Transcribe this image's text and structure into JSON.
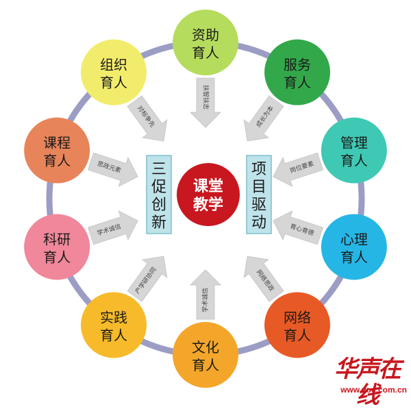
{
  "center": {
    "label_lines": [
      "课堂",
      "教学"
    ],
    "color": "#c8171f"
  },
  "left_box": {
    "chars": [
      "三",
      "促",
      "创",
      "新"
    ],
    "color": "#bfe3ea",
    "border": "#7fbfcc"
  },
  "right_box": {
    "chars": [
      "项",
      "目",
      "驱",
      "动"
    ],
    "color": "#bfe3ea",
    "border": "#7fbfcc"
  },
  "ring_color": "#9b9dc4",
  "arrow_color": "#d6d6d6",
  "nodes": [
    {
      "id": "zizhu",
      "lines": [
        "资助",
        "育人"
      ],
      "color": "#b6dc5e"
    },
    {
      "id": "fuwu",
      "lines": [
        "服务",
        "育人"
      ],
      "color": "#33a84a"
    },
    {
      "id": "guanli",
      "lines": [
        "管理",
        "育人"
      ],
      "color": "#3fc9b4"
    },
    {
      "id": "xinli",
      "lines": [
        "心理",
        "育人"
      ],
      "color": "#26b6e6"
    },
    {
      "id": "wangluo",
      "lines": [
        "网络",
        "育人"
      ],
      "color": "#e85a25"
    },
    {
      "id": "wenhua",
      "lines": [
        "文化",
        "育人"
      ],
      "color": "#f4a62a"
    },
    {
      "id": "shijian",
      "lines": [
        "实践",
        "育人"
      ],
      "color": "#f7ba2a"
    },
    {
      "id": "keyan",
      "lines": [
        "科研",
        "育人"
      ],
      "color": "#f0879a"
    },
    {
      "id": "kecheng",
      "lines": [
        "课程",
        "育人"
      ],
      "color": "#e8845a"
    },
    {
      "id": "zuzhi",
      "lines": [
        "组织",
        "育人"
      ],
      "color": "#f2ec6c"
    }
  ],
  "arrows": [
    {
      "id": "zizhu",
      "label": "扶智扶志"
    },
    {
      "id": "fuwu",
      "label": "成长为本"
    },
    {
      "id": "guanli",
      "label": "岗位要素"
    },
    {
      "id": "xinli",
      "label": "育心育德"
    },
    {
      "id": "wangluo",
      "label": "网络思政"
    },
    {
      "id": "wenhua",
      "label": "学术诚信"
    },
    {
      "id": "shijian",
      "label": "产学研协同"
    },
    {
      "id": "keyan",
      "label": "学术诚信"
    },
    {
      "id": "kecheng",
      "label": "思政元素"
    },
    {
      "id": "zuzhi",
      "label": "对标争先"
    }
  ],
  "watermark": {
    "text": "华声在线",
    "url": "www.voc.com.cn"
  }
}
